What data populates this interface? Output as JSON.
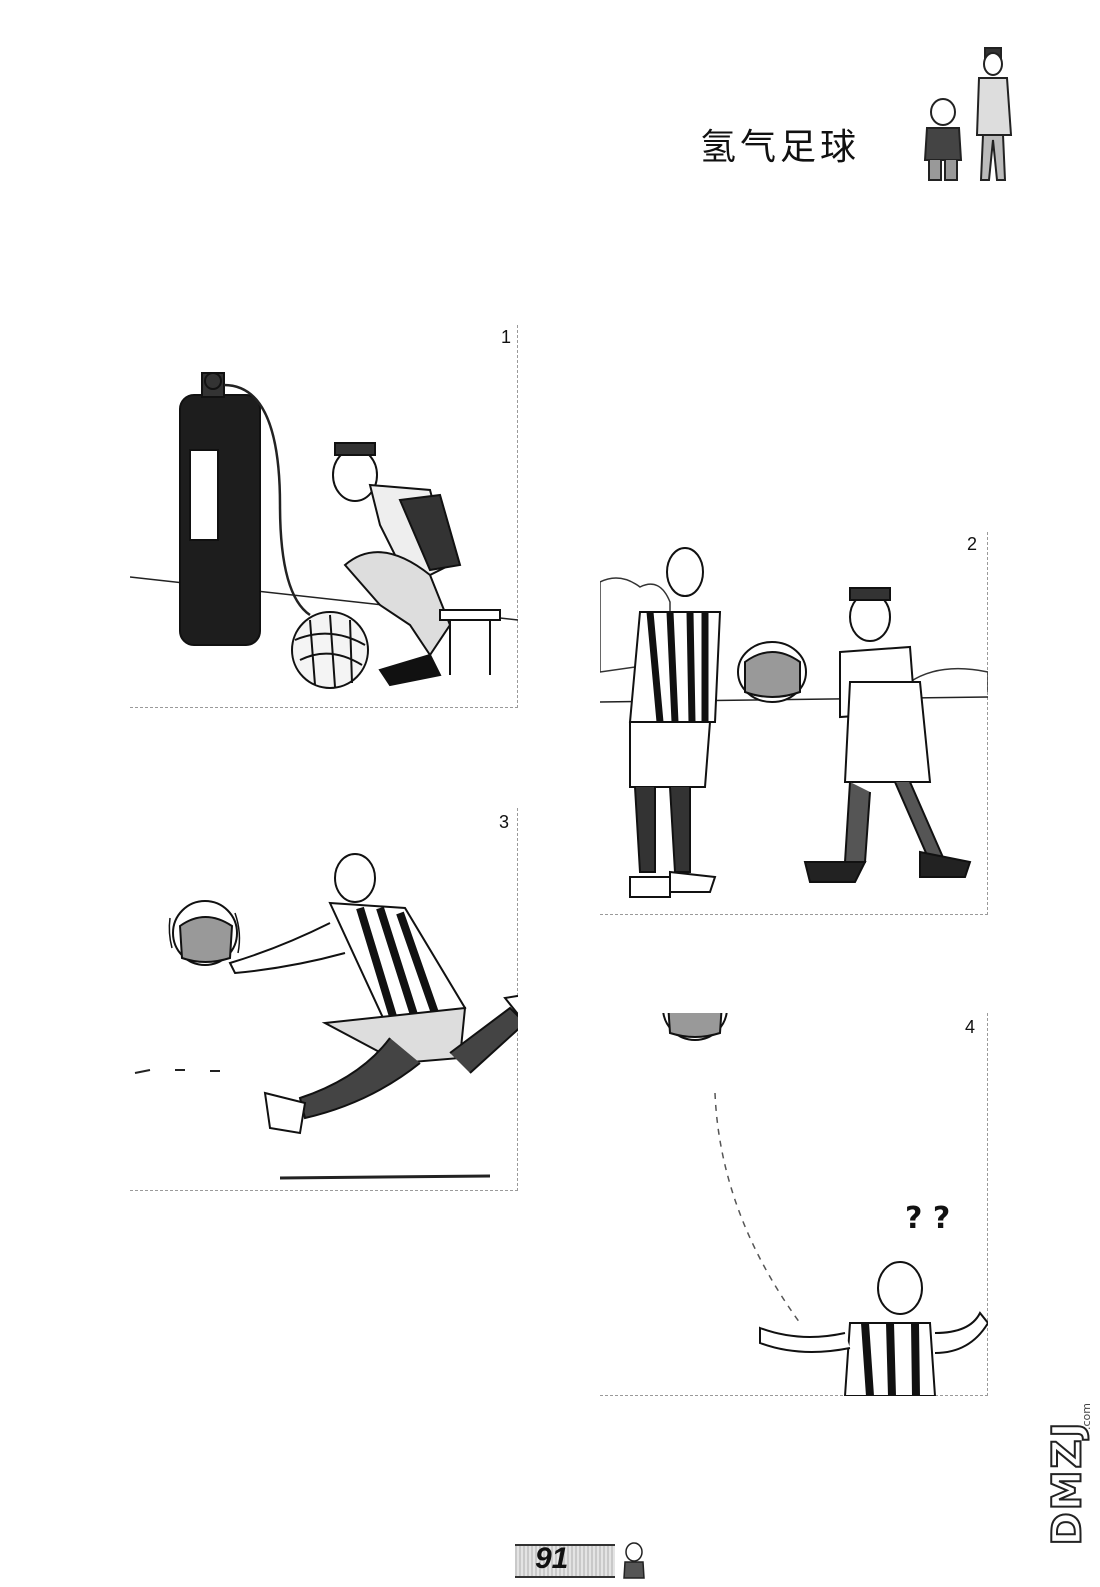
{
  "header": {
    "title": "氢气足球"
  },
  "panels": [
    {
      "number": "1"
    },
    {
      "number": "2"
    },
    {
      "number": "3"
    },
    {
      "number": "4"
    }
  ],
  "panel4": {
    "question_marks": "? ?"
  },
  "footer": {
    "page_number": "91"
  },
  "watermark": {
    "logo_text": "DMZJ",
    "domain_suffix": ".com"
  }
}
